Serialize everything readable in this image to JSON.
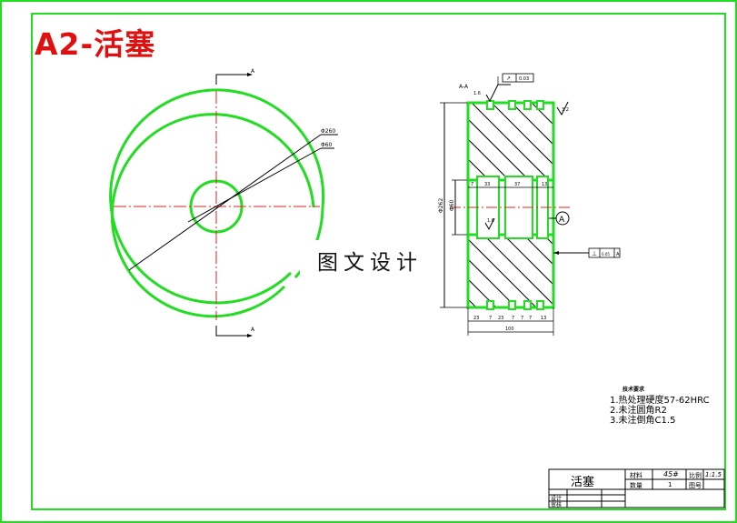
{
  "drawing": {
    "title_label": "A2-活塞",
    "watermark": "图文设计",
    "section_label": "A-A",
    "datum_label": "A",
    "cut_label_top": "A",
    "cut_label_bottom": "A",
    "diameter_outer": "Φ260",
    "diameter_inner": "Φ60",
    "vertical_overall_dim": "Φ262",
    "bore_dim": "Φ60",
    "top_dims": [
      "7",
      "33",
      "37",
      "13"
    ],
    "bottom_dims": [
      "23",
      "7",
      "23",
      "7",
      "7",
      "7",
      "13"
    ],
    "overall_width": "100",
    "roughness_top": "1.6",
    "roughness_bore": "1.6",
    "roughness_right": "3.2",
    "runout_tolerance": "0.03",
    "flatness_tolerance": "0.05"
  },
  "technical_requirements": {
    "heading": "技术要求",
    "items": [
      "1.热处理硬度57-62HRC",
      "2.未注圆角R2",
      "3.未注倒角C1.5"
    ]
  },
  "title_block": {
    "part_name": "活塞",
    "material_label": "材料",
    "material_value": "45#",
    "scale_label": "比例",
    "scale_value": "1:1.5",
    "quantity_label": "数量",
    "quantity_value": "1",
    "sheet_label": "图号",
    "designer_label": "设计",
    "reviewer_label": "审核"
  }
}
